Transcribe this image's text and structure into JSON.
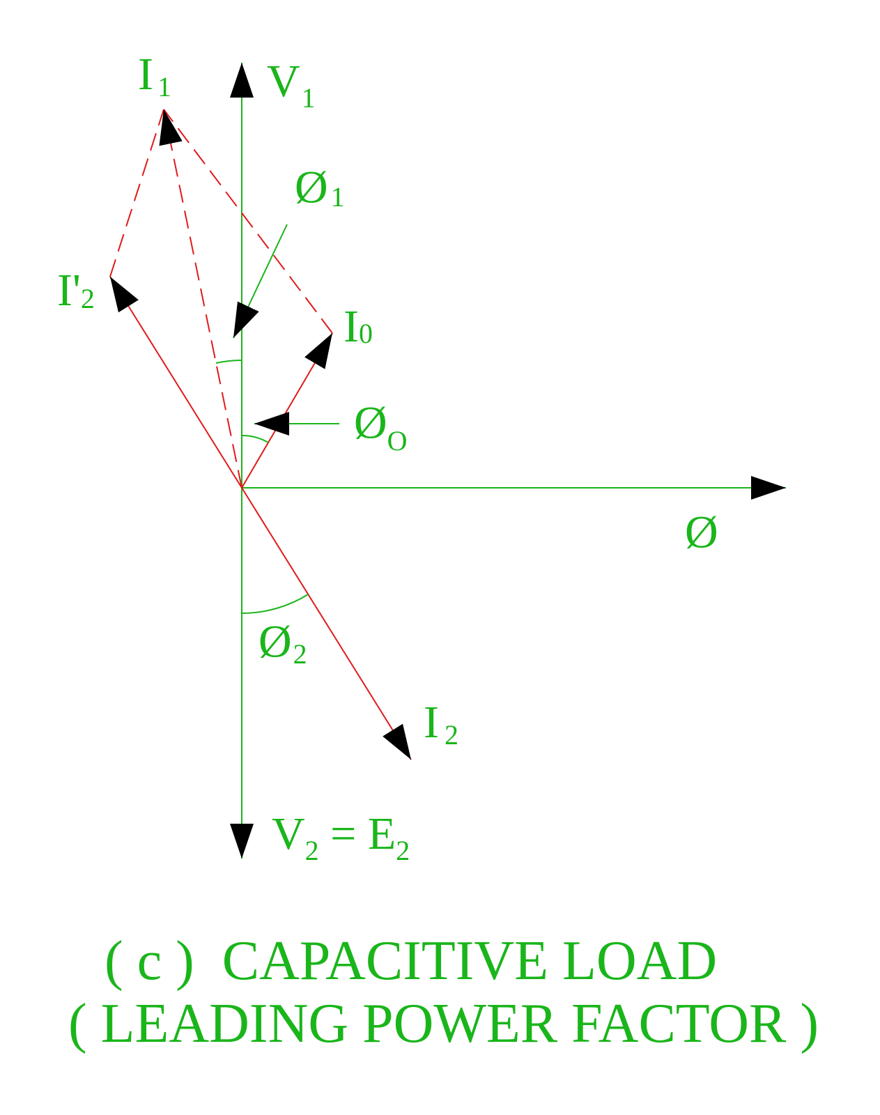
{
  "colors": {
    "green": "#1ab51a",
    "red": "#e01a1a",
    "arrowhead": "#000000",
    "background": "#ffffff"
  },
  "labels": {
    "i1": {
      "main": "I",
      "sub": "1"
    },
    "v1": {
      "main": "V",
      "sub": "1"
    },
    "phi1": {
      "main": "Ø",
      "sub": "1"
    },
    "i2_prime": {
      "main": "I'",
      "sub": "2"
    },
    "i0": {
      "main": "I",
      "sub": "0"
    },
    "phi0": {
      "main": "Ø",
      "sub": "O"
    },
    "flux": {
      "main": "Ø"
    },
    "phi2": {
      "main": "Ø",
      "sub": "2"
    },
    "i2": {
      "main": "I",
      "sub": "2"
    },
    "v2_eq_e2": {
      "main1": "V",
      "sub1": "2",
      "eq": " = ",
      "main2": "E",
      "sub2": "2"
    }
  },
  "caption": {
    "line1": "( c )  CAPACITIVE LOAD",
    "line2": "( LEADING POWER FACTOR )"
  },
  "icons": {
    "arrowhead": "triangle-arrowhead-icon"
  }
}
